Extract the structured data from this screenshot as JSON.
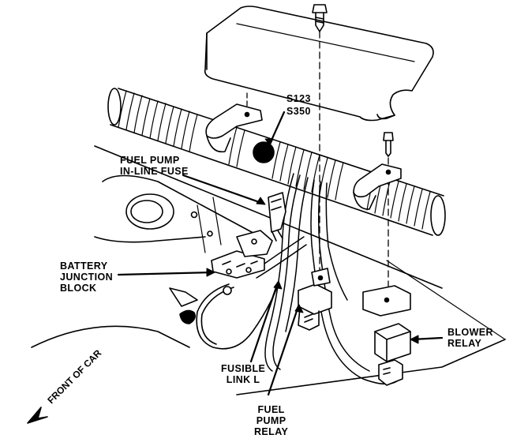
{
  "labels": {
    "splice_top": "S123",
    "splice_bottom": "S350",
    "fuse": [
      "FUEL PUMP",
      "IN-LINE FUSE"
    ],
    "battery_block": [
      "BATTERY",
      "JUNCTION",
      "BLOCK"
    ],
    "blower_relay": [
      "BLOWER",
      "RELAY"
    ],
    "fusible_link": [
      "FUSIBLE",
      "LINK L"
    ],
    "fuel_pump_relay": [
      "FUEL",
      "PUMP",
      "RELAY"
    ],
    "front_of_car": [
      "FRONT",
      "OF CAR"
    ]
  },
  "colors": {
    "ink": "#000000",
    "paper": "#ffffff"
  }
}
